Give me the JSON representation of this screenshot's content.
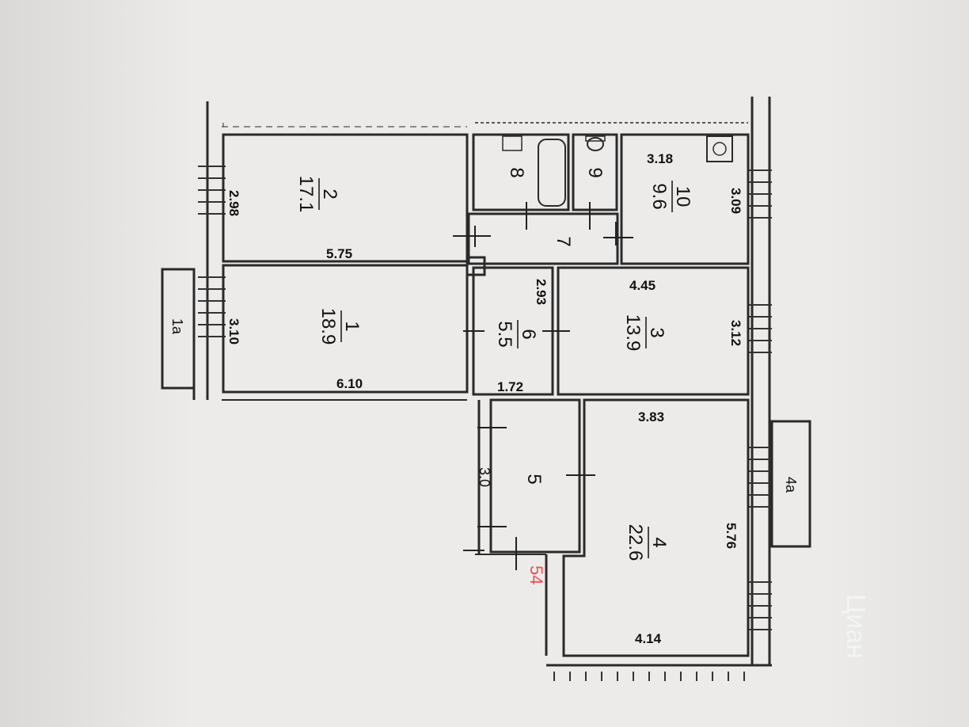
{
  "plan": {
    "note": "54",
    "note_color": "#e05555",
    "rooms": [
      {
        "id": "1",
        "number": "1",
        "area": "18.9"
      },
      {
        "id": "2",
        "number": "2",
        "area": "17.1"
      },
      {
        "id": "3",
        "number": "3",
        "area": "13.9"
      },
      {
        "id": "4",
        "number": "4",
        "area": "22.6"
      },
      {
        "id": "5",
        "number": "5"
      },
      {
        "id": "6",
        "number": "6",
        "area": "5.5"
      },
      {
        "id": "7",
        "number": "7"
      },
      {
        "id": "8",
        "number": "8"
      },
      {
        "id": "9",
        "number": "9"
      },
      {
        "id": "10",
        "number": "10",
        "area": "9.6"
      }
    ],
    "balconies": [
      {
        "id": "1a",
        "label": "1а"
      },
      {
        "id": "4a",
        "label": "4а"
      }
    ],
    "dimensions": {
      "r2_side": "2.98",
      "r2_len": "5.75",
      "r1_side": "3.10",
      "r1_len": "6.10",
      "r6_side": "2.93",
      "r6_len": "1.72",
      "r10_top": "3.18",
      "r10_side": "3.09",
      "r3_top": "4.45",
      "r3_side": "3.12",
      "r4_top": "3.83",
      "r4_side": "5.76",
      "r4_bottom": "4.14",
      "r5_side": "3.0"
    },
    "watermark": "Циан"
  }
}
